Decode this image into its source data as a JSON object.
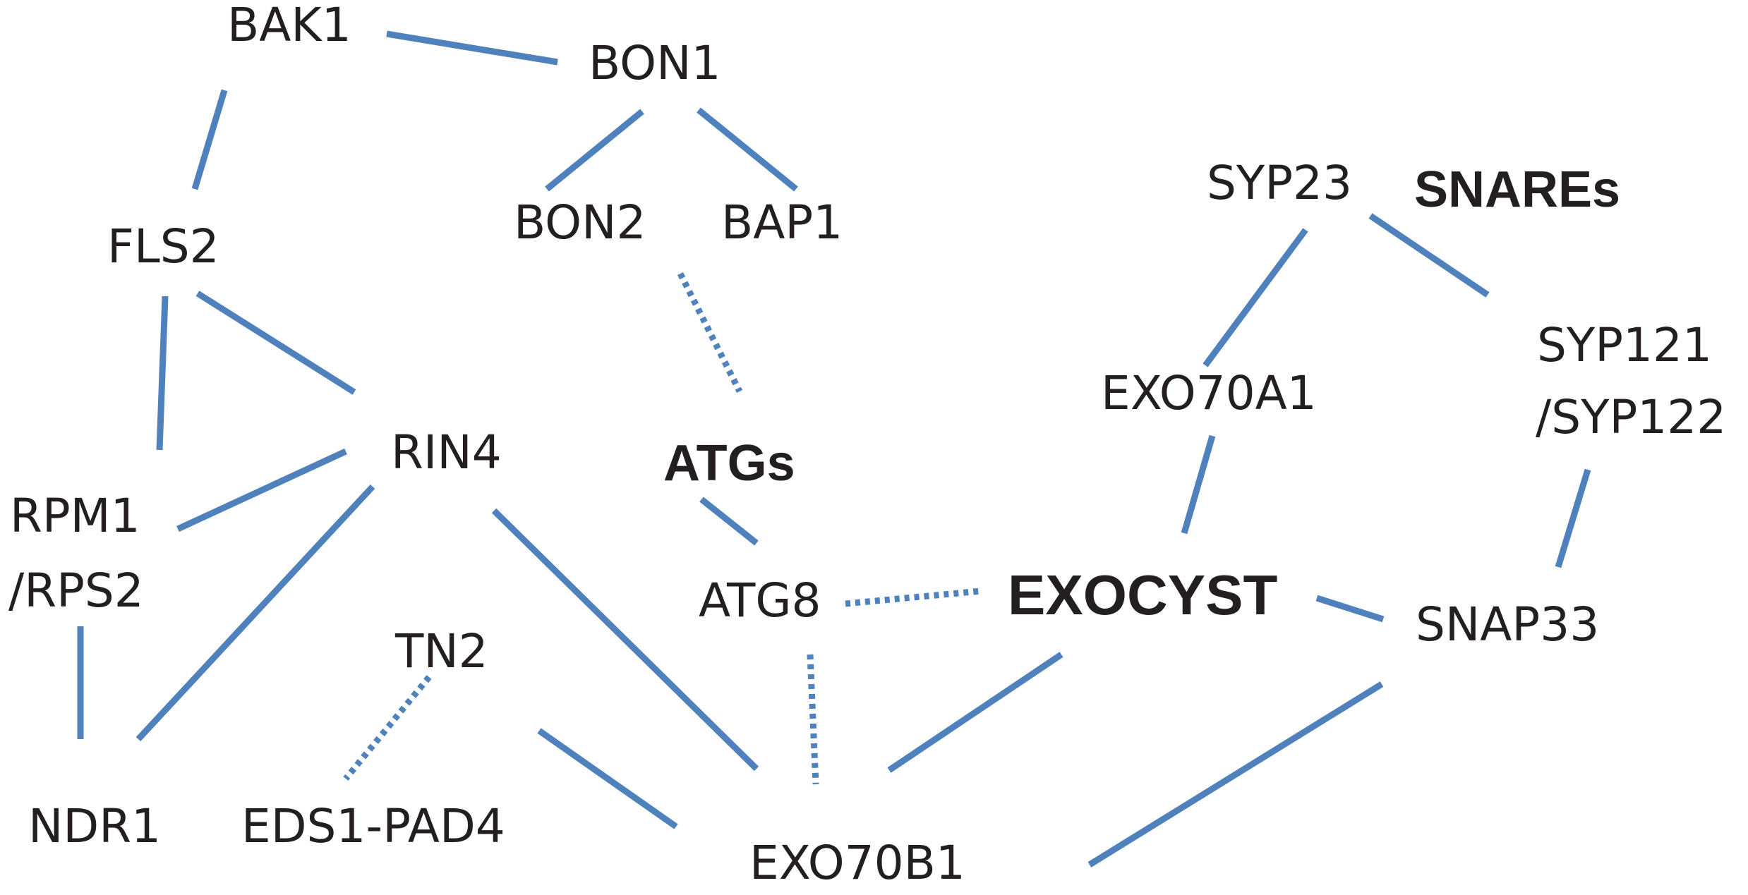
{
  "diagram": {
    "nodes": {
      "bak1": "BAK1",
      "bon1": "BON1",
      "bon2": "BON2",
      "bap1": "BAP1",
      "fls2": "FLS2",
      "rin4": "RIN4",
      "rpm1_line1": "RPM1",
      "rpm1_line2": "/RPS2",
      "ndr1": "NDR1",
      "tn2": "TN2",
      "eds1_pad4": "EDS1-PAD4",
      "atgs": "ATGs",
      "atg8": "ATG8",
      "exo70b1": "EXO70B1",
      "exocyst": "EXOCYST",
      "exo70a1": "EXO70A1",
      "syp23": "SYP23",
      "snares": "SNAREs",
      "syp121_line1": "SYP121",
      "syp121_line2": "/SYP122",
      "snap33": "SNAP33"
    },
    "interactions": [
      {
        "from": "BAK1",
        "to": "BON1",
        "style": "solid"
      },
      {
        "from": "BAK1",
        "to": "FLS2",
        "style": "solid"
      },
      {
        "from": "BON1",
        "to": "BON2",
        "style": "solid"
      },
      {
        "from": "BON1",
        "to": "BAP1",
        "style": "solid"
      },
      {
        "from": "BON2",
        "to": "ATGs",
        "style": "dotted"
      },
      {
        "from": "FLS2",
        "to": "RPM1/RPS2",
        "style": "solid"
      },
      {
        "from": "FLS2",
        "to": "RIN4",
        "style": "solid"
      },
      {
        "from": "RIN4",
        "to": "RPM1/RPS2",
        "style": "solid"
      },
      {
        "from": "RIN4",
        "to": "NDR1",
        "style": "solid"
      },
      {
        "from": "RIN4",
        "to": "EXO70B1",
        "style": "solid"
      },
      {
        "from": "RPM1/RPS2",
        "to": "NDR1",
        "style": "solid"
      },
      {
        "from": "TN2",
        "to": "EDS1-PAD4",
        "style": "dotted"
      },
      {
        "from": "TN2",
        "to": "EXO70B1",
        "style": "solid"
      },
      {
        "from": "ATGs",
        "to": "ATG8",
        "style": "solid"
      },
      {
        "from": "ATG8",
        "to": "EXOCYST",
        "style": "dotted"
      },
      {
        "from": "ATG8",
        "to": "EXO70B1",
        "style": "dotted"
      },
      {
        "from": "EXOCYST",
        "to": "EXO70B1",
        "style": "solid"
      },
      {
        "from": "EXOCYST",
        "to": "EXO70A1",
        "style": "solid"
      },
      {
        "from": "EXOCYST",
        "to": "SNAP33",
        "style": "solid"
      },
      {
        "from": "EXO70A1",
        "to": "SYP23",
        "style": "solid"
      },
      {
        "from": "SYP23",
        "to": "SYP121/SYP122",
        "style": "solid"
      },
      {
        "from": "SYP121/SYP122",
        "to": "SNAP33",
        "style": "solid"
      },
      {
        "from": "SNAP33",
        "to": "EXO70B1",
        "style": "solid"
      }
    ],
    "colors": {
      "edge": "#4f81bd",
      "text": "#231f20",
      "background": "#ffffff"
    }
  }
}
